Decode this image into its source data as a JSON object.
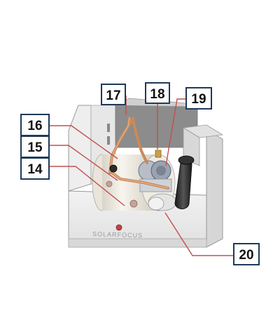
{
  "colors": {
    "leader_line": "#c0504d",
    "box_border": "#1f3a5a",
    "box_fill": "#ffffff",
    "pipe": "#c98a5a",
    "cabinet": "#e6e6e6",
    "tank": "#f0ede6"
  },
  "callouts": [
    {
      "id": "c14",
      "label": "14"
    },
    {
      "id": "c15",
      "label": "15"
    },
    {
      "id": "c16",
      "label": "16"
    },
    {
      "id": "c17",
      "label": "17"
    },
    {
      "id": "c18",
      "label": "18"
    },
    {
      "id": "c19",
      "label": "19"
    },
    {
      "id": "c20",
      "label": "20"
    }
  ],
  "brand_text": "SOLARFOCUS"
}
